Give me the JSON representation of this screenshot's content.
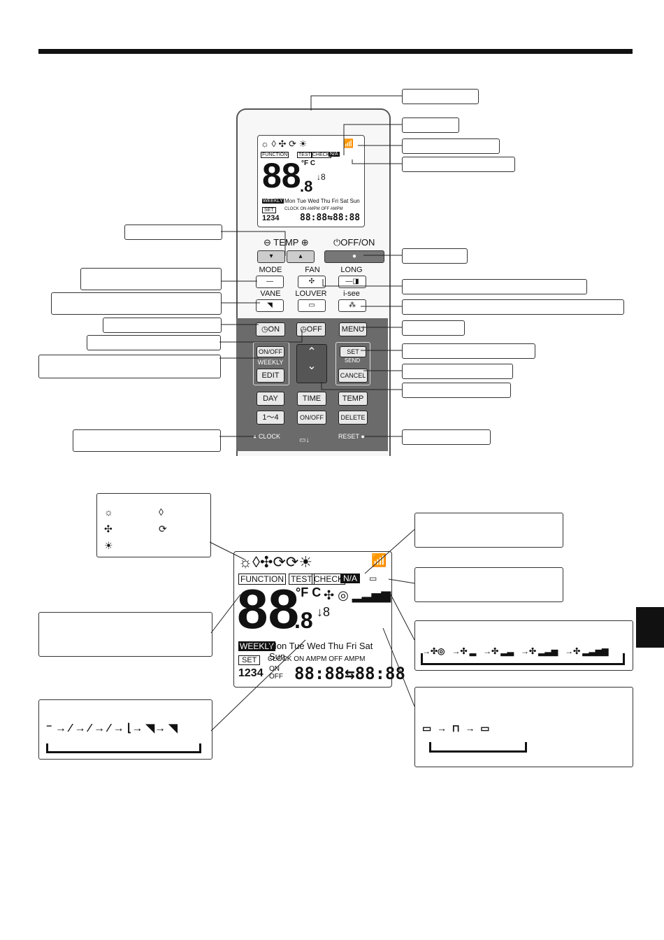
{
  "remote": {
    "temp_label": "TEMP",
    "offon_label": "OFF/ON",
    "mode_label": "MODE",
    "fan_label": "FAN",
    "long_label": "LONG",
    "vane_label": "VANE",
    "louver_label": "LOUVER",
    "isee_label": "i-see",
    "on_label": "ON",
    "off_label": "OFF",
    "menu_label": "MENU",
    "onoff_label": "ON/OFF",
    "weekly_label": "WEEKLY",
    "edit_label": "EDIT",
    "set_label": "SET",
    "send_label": "SEND",
    "cancel_label": "CANCEL",
    "day_label": "DAY",
    "time_label": "TIME",
    "temp2_label": "TEMP",
    "one_four_label": "1～4",
    "onoff2_label": "ON/OFF",
    "delete_label": "DELETE",
    "clock_label": "CLOCK",
    "reset_label": "RESET"
  },
  "lcd": {
    "function": "FUNCTION",
    "test": "TEST",
    "check": "CHECK",
    "na": "N/A",
    "big_digits": "88",
    "small_digit": ".8",
    "unit": "°F C",
    "weekly": "WEEKLY",
    "days": "Mon Tue Wed Thu Fri Sat Sun",
    "set": "SET",
    "clock_on": "CLOCK ON  AMPM  OFF AMPM",
    "prog": "1234",
    "on": "ON",
    "off": "OFF",
    "time": "88:88⇆88:88",
    "fan_speed": "↓8"
  },
  "colors": {
    "rule": "#111111",
    "grey_panel": "#6b6b6b",
    "side_tab": "#111111"
  }
}
